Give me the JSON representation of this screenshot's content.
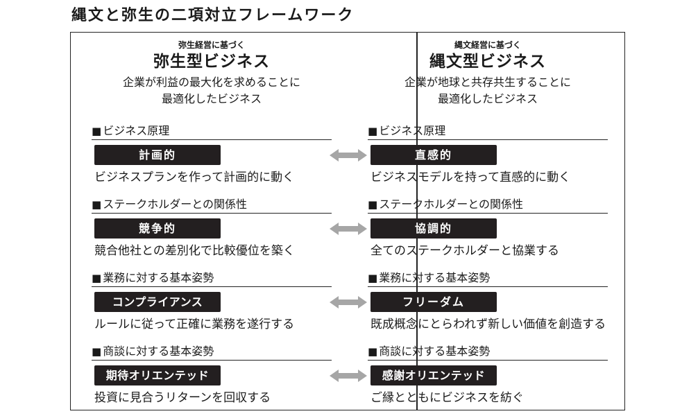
{
  "title": "縄文と弥生の二項対立フレームワーク",
  "left": {
    "subtitle": "弥生経営に基づく",
    "title": "弥生型ビジネス",
    "desc1": "企業が利益の最大化を求めることに",
    "desc2": "最適化したビジネス",
    "sections": [
      {
        "heading": "ビジネス原理",
        "badge": "計画的",
        "detail": "ビジネスプランを作って計画的に動く"
      },
      {
        "heading": "ステークホルダーとの関係性",
        "badge": "競争的",
        "detail": "競合他社との差別化で比較優位を築く"
      },
      {
        "heading": "業務に対する基本姿勢",
        "badge": "コンプライアンス",
        "detail": "ルールに従って正確に業務を遂行する"
      },
      {
        "heading": "商談に対する基本姿勢",
        "badge": "期待オリエンテッド",
        "detail": "投資に見合うリターンを回収する"
      }
    ]
  },
  "right": {
    "subtitle": "縄文経営に基づく",
    "title": "縄文型ビジネス",
    "desc1": "企業が地球と共存共生することに",
    "desc2": "最適化したビジネス",
    "sections": [
      {
        "heading": "ビジネス原理",
        "badge": "直感的",
        "detail": "ビジネスモデルを持って直感的に動く"
      },
      {
        "heading": "ステークホルダーとの関係性",
        "badge": "協調的",
        "detail": "全てのステークホルダーと協業する"
      },
      {
        "heading": "業務に対する基本姿勢",
        "badge": "フリーダム",
        "detail": "既成概念にとらわれず新しい価値を創造する"
      },
      {
        "heading": "商談に対する基本姿勢",
        "badge": "感謝オリエンテッド",
        "detail": "ご縁とともにビジネスを紡ぐ"
      }
    ]
  },
  "icons": {
    "bullet": "■",
    "arrow": "double-arrow-icon"
  },
  "colors": {
    "badge_bg": "#231f20",
    "arrow": "#a6a6a6",
    "line": "#222222"
  }
}
